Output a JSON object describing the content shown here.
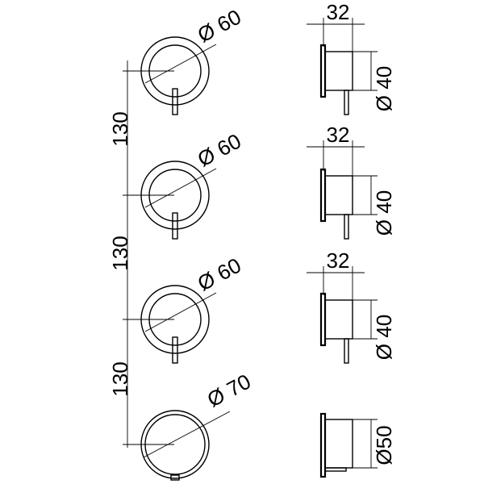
{
  "front_views": [
    {
      "diameter_label": "Ø 60"
    },
    {
      "diameter_label": "Ø 60"
    },
    {
      "diameter_label": "Ø 60"
    },
    {
      "diameter_label": "Ø 70"
    }
  ],
  "spacing_labels": [
    "130",
    "130",
    "130"
  ],
  "side_views": [
    {
      "depth_label": "32",
      "diameter_label": "Ø 40"
    },
    {
      "depth_label": "32",
      "diameter_label": "Ø 40"
    },
    {
      "depth_label": "32",
      "diameter_label": "Ø 40"
    },
    {
      "depth_label": "",
      "diameter_label": "Ø50"
    }
  ]
}
